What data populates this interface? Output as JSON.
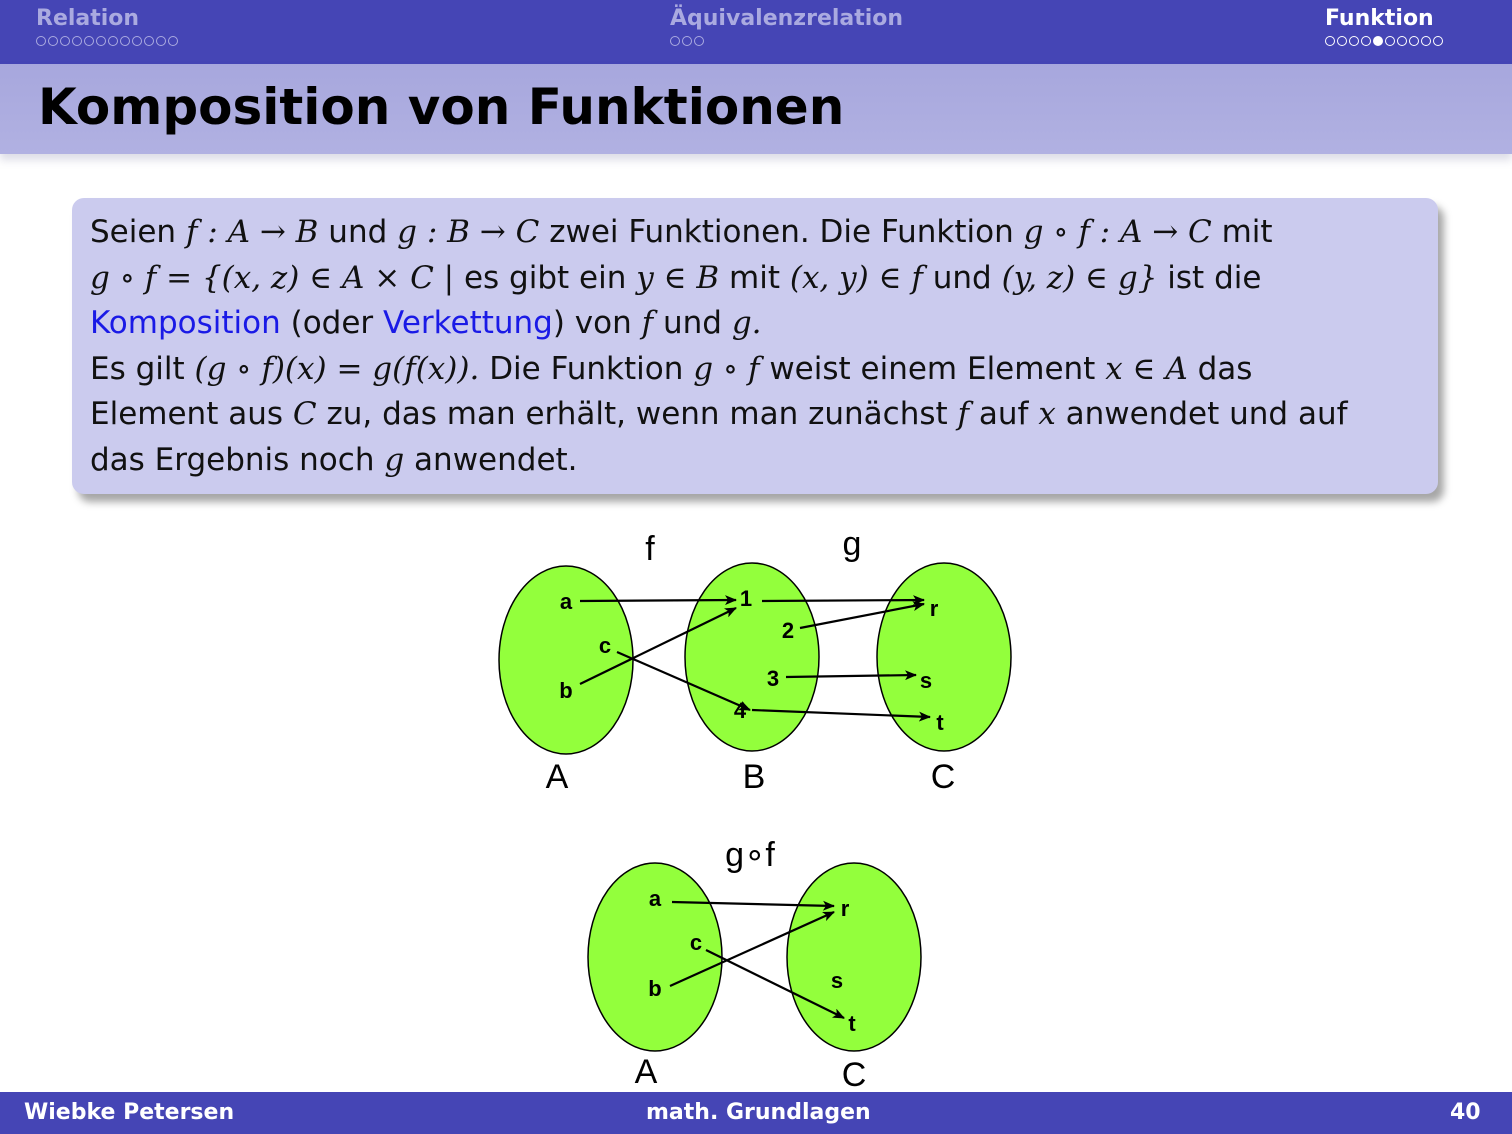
{
  "nav": {
    "sections": [
      {
        "label": "Relation",
        "dots": 12,
        "filled_index": -1,
        "active": false
      },
      {
        "label": "Äquivalenzrelation",
        "dots": 3,
        "filled_index": -1,
        "active": false
      },
      {
        "label": "Funktion",
        "dots": 10,
        "filled_index": 4,
        "active": true
      }
    ]
  },
  "title": "Komposition von Funktionen",
  "definition": {
    "seien": "Seien",
    "und": "und",
    "zwei_funktionen": "zwei Funktionen. Die Funktion",
    "mit": "mit",
    "es_gibt": "es gibt ein",
    "ist_die": "ist die",
    "term1": "Komposition",
    "oder": "(oder",
    "term2": "Verkettung",
    "von": ") von",
    "es_gilt": "Es gilt",
    "die_funktion": "Die Funktion",
    "weist": "weist einem Element",
    "das": "das",
    "element_aus": "Element aus",
    "zu": "zu, das man erhält, wenn man zunächst",
    "auf": "auf",
    "anwendet_und_auf": "anwendet und auf",
    "das_ergebnis": "das Ergebnis noch",
    "anwendet": "anwendet.",
    "f_map": "f : A → B",
    "g_map": "g : B → C",
    "gof_map": "g ∘ f : A → C",
    "gof_set": "g ∘ f = {(x, z) ∈ A × C |",
    "y_in_b": "y ∈ B",
    "xy_in_f": "(x, y) ∈ f",
    "yz_in_g": "(y, z) ∈ g}",
    "f": "f",
    "g": "g",
    "g_dot": "g.",
    "gof_eq": "(g ∘ f)(x) = g(f(x)).",
    "gof": "g ∘ f",
    "x_in_a": "x ∈ A",
    "c": "C",
    "x": "x"
  },
  "diagram_top": {
    "label_f": "f",
    "label_g": "g",
    "set_a": {
      "name": "A",
      "elements": [
        "a",
        "c",
        "b"
      ]
    },
    "set_b": {
      "name": "B",
      "elements": [
        "1",
        "2",
        "3",
        "4"
      ]
    },
    "set_c": {
      "name": "C",
      "elements": [
        "r",
        "s",
        "t"
      ]
    },
    "f_pairs": [
      [
        "a",
        "1"
      ],
      [
        "b",
        "1"
      ],
      [
        "c",
        "4"
      ]
    ],
    "g_pairs": [
      [
        "1",
        "r"
      ],
      [
        "2",
        "r"
      ],
      [
        "3",
        "s"
      ],
      [
        "4",
        "t"
      ]
    ]
  },
  "diagram_bottom": {
    "label": "g∘f",
    "set_a": {
      "name": "A",
      "elements": [
        "a",
        "c",
        "b"
      ]
    },
    "set_c": {
      "name": "C",
      "elements": [
        "r",
        "s",
        "t"
      ]
    },
    "pairs": [
      [
        "a",
        "r"
      ],
      [
        "b",
        "r"
      ],
      [
        "c",
        "t"
      ]
    ]
  },
  "colors": {
    "bar": "#4545b5",
    "ellipse_fill": "#93ff3c",
    "highlight": "#1a1ae6",
    "box": "#cbcbee"
  },
  "footer": {
    "author": "Wiebke Petersen",
    "course": "math. Grundlagen",
    "page": "40"
  }
}
